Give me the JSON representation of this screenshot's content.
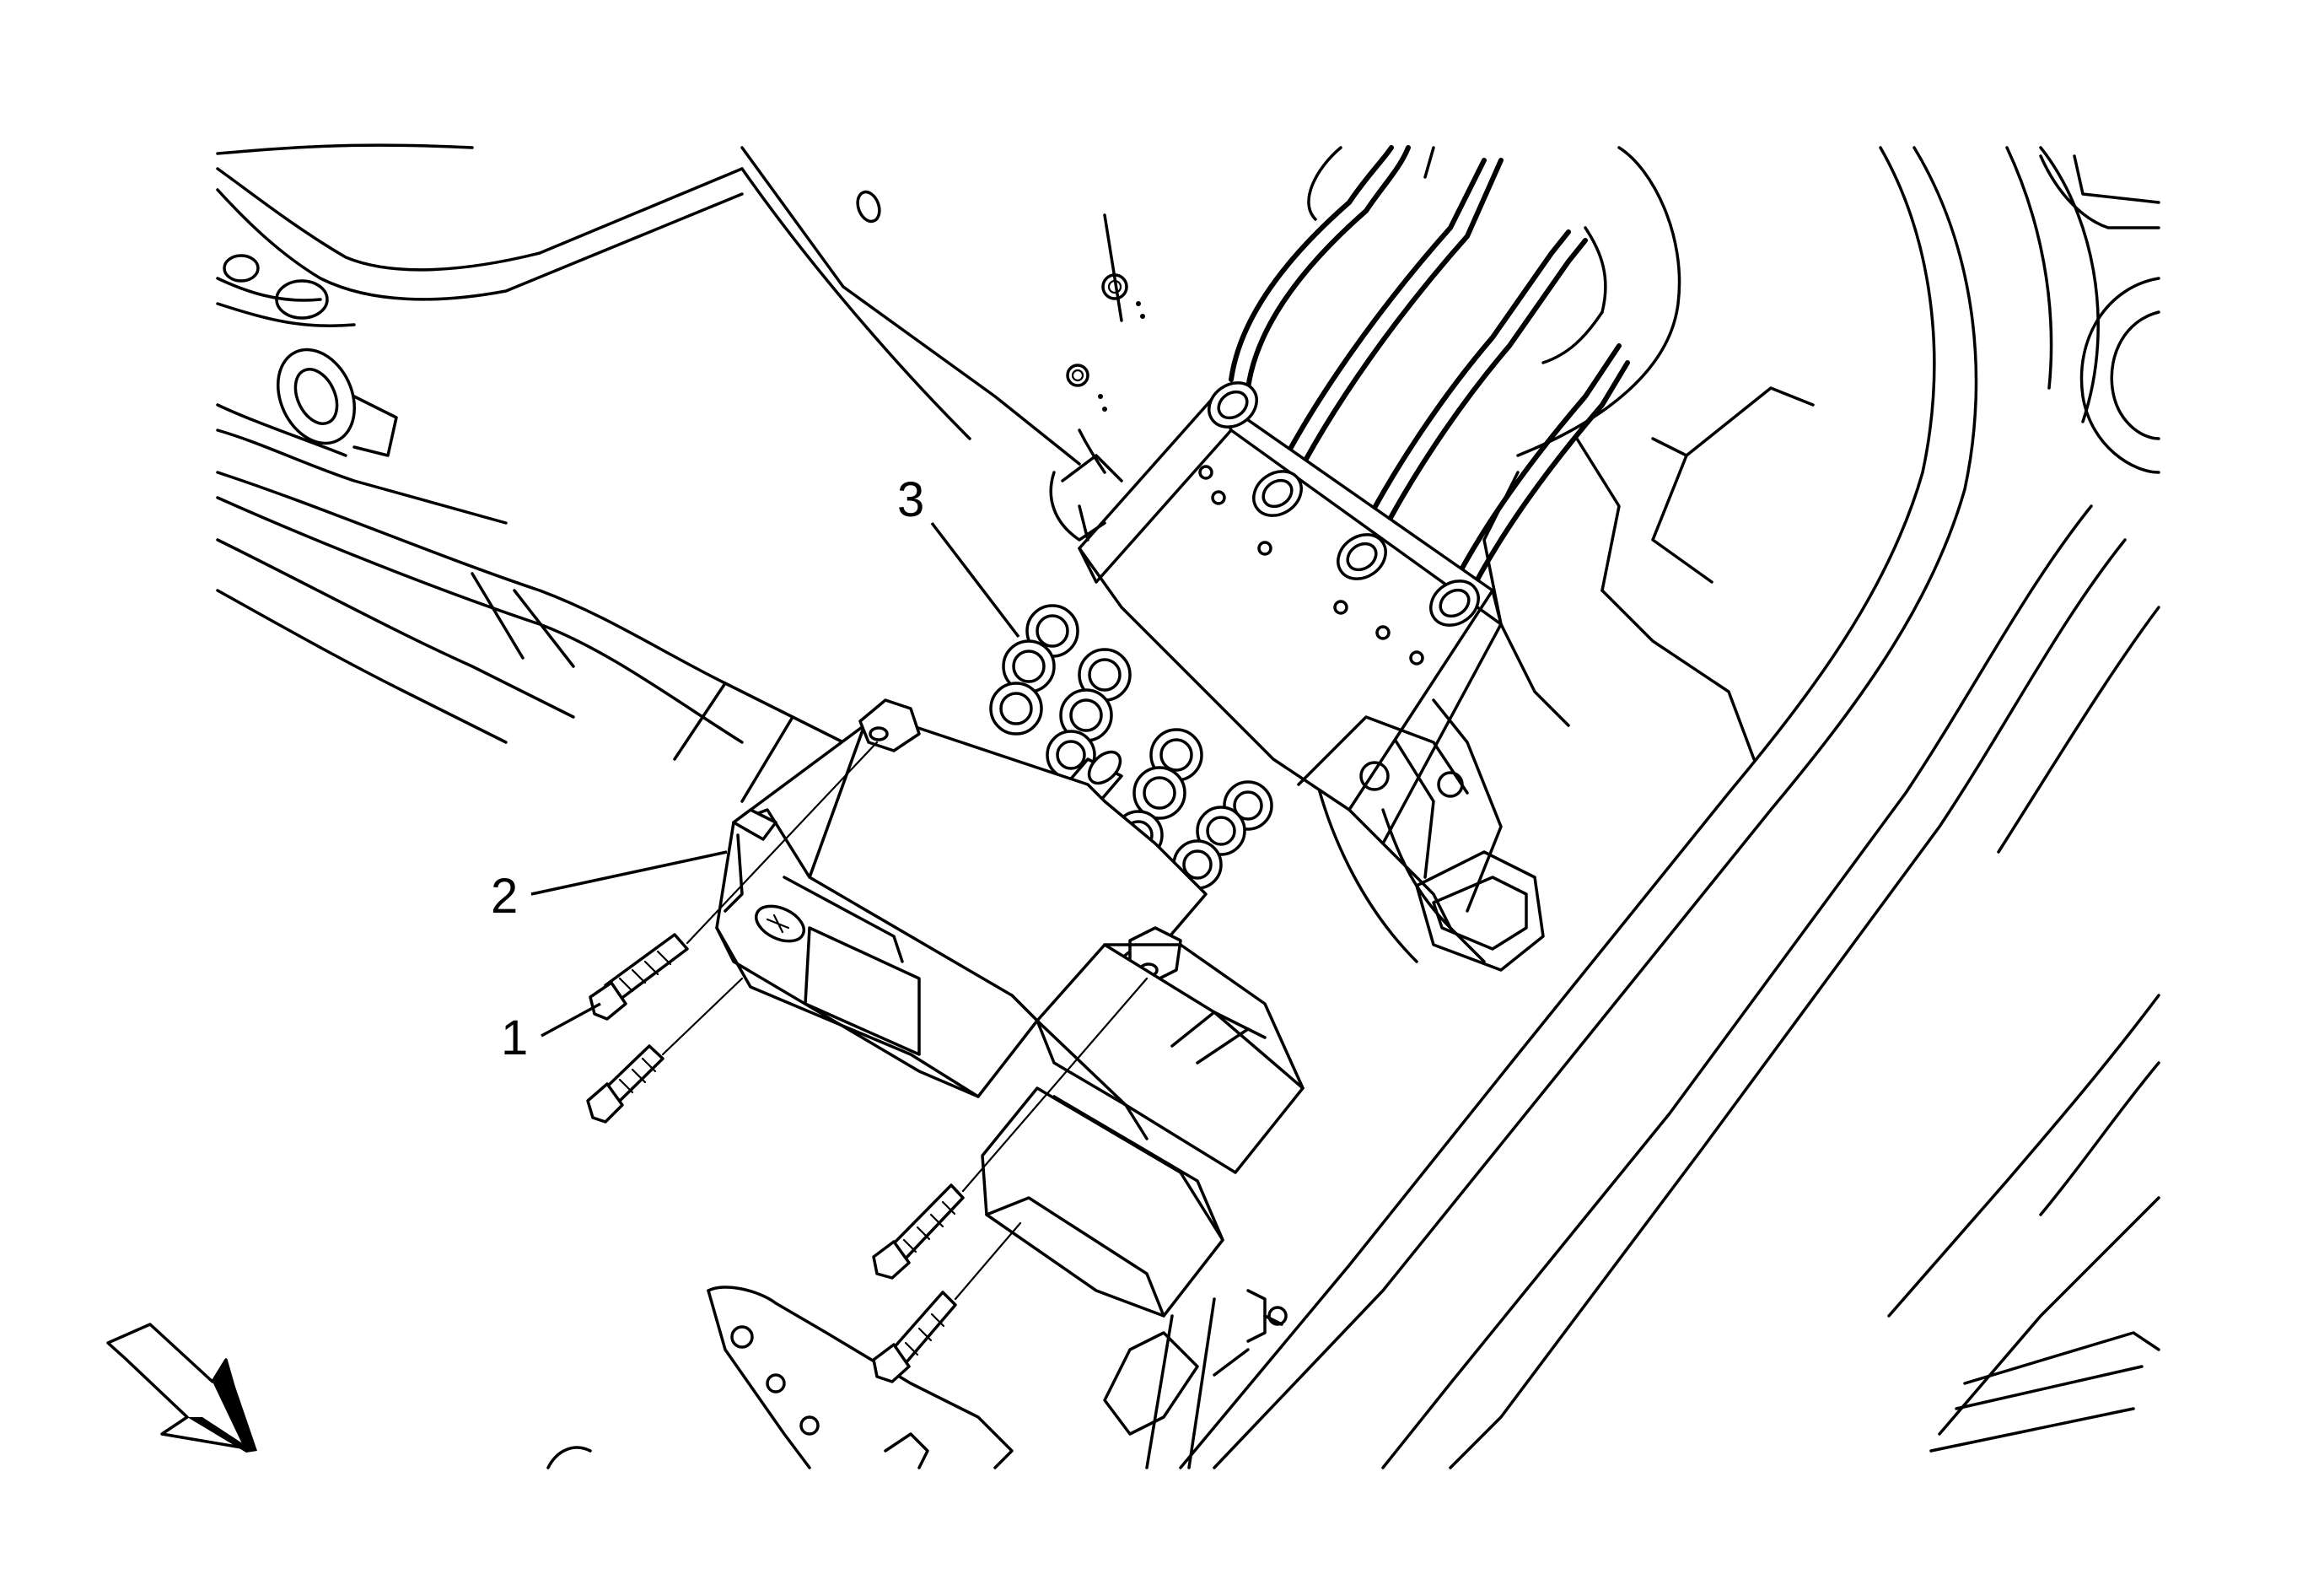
{
  "callouts": [
    {
      "id": "1",
      "text": "1",
      "target": "bolt"
    },
    {
      "id": "2",
      "text": "2",
      "target": "electronic-brake-control-module"
    },
    {
      "id": "3",
      "text": "3",
      "target": "brake-pressure-modulator-valve"
    }
  ],
  "orientation_arrow": {
    "icon": "forward-arrow-icon"
  }
}
